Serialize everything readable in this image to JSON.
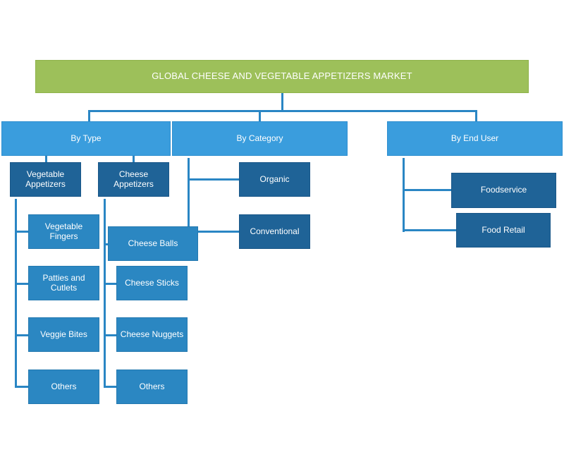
{
  "title": "GLOBAL CHEESE AND VEGETABLE APPETIZERS MARKET",
  "segments": {
    "type": {
      "label": "By Type",
      "groups": [
        {
          "label": "Vegetable Appetizers",
          "items": [
            "Vegetable Fingers",
            "Patties and Cutlets",
            "Veggie Bites",
            "Others"
          ]
        },
        {
          "label": "Cheese Appetizers",
          "items": [
            "Cheese Balls",
            "Cheese Sticks",
            "Cheese Nuggets",
            "Others"
          ]
        }
      ]
    },
    "category": {
      "label": "By Category",
      "items": [
        "Organic",
        "Conventional"
      ]
    },
    "end_user": {
      "label": "By End User",
      "items": [
        "Foodservice",
        "Food Retail"
      ]
    }
  },
  "colors": {
    "root": "#9dc05a",
    "level1": "#3a9ddd",
    "group": "#1f6397",
    "leaf": "#2b87c2",
    "connector": "#2a86c4"
  }
}
